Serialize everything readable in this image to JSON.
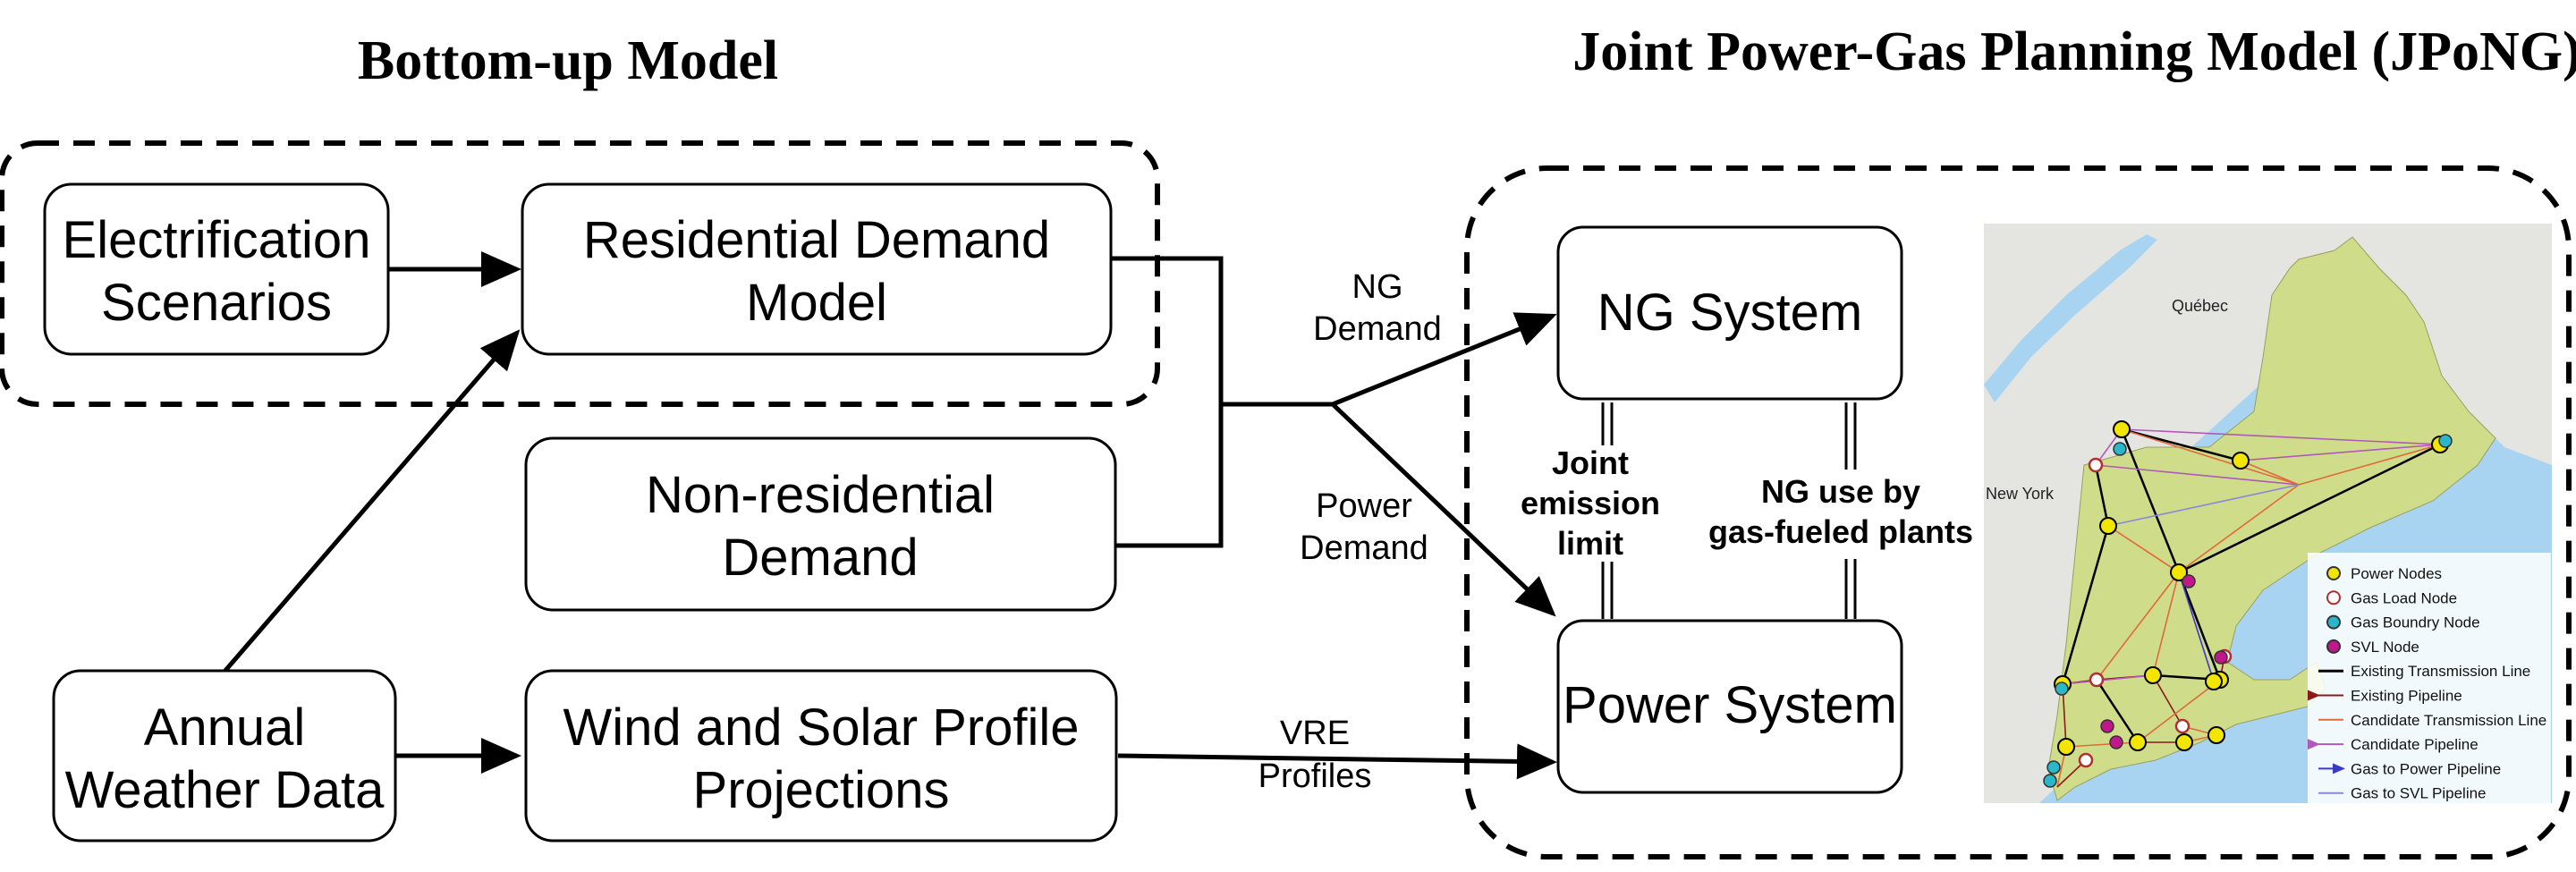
{
  "titles": {
    "left": "Bottom-up Model",
    "right": "Joint Power-Gas Planning Model (JPoNG)"
  },
  "boxes": {
    "electrification": [
      "Electrification",
      "Scenarios"
    ],
    "residential": [
      "Residential Demand",
      "Model"
    ],
    "nonresidential": [
      "Non-residential",
      "Demand"
    ],
    "weather": [
      "Annual",
      "Weather Data"
    ],
    "wind_solar": [
      "Wind and Solar Profile",
      "Projections"
    ],
    "ng_system": "NG System",
    "power_system": "Power System"
  },
  "edge_labels": {
    "ng_demand": [
      "NG",
      "Demand"
    ],
    "power_demand": [
      "Power",
      "Demand"
    ],
    "vre_profiles": [
      "VRE",
      "Profiles"
    ],
    "joint_emission": [
      "Joint",
      "emission",
      "limit"
    ],
    "ng_use": [
      "NG use by",
      "gas-fueled plants"
    ]
  },
  "map": {
    "place_labels": [
      "Québec",
      "New York"
    ],
    "legend": [
      {
        "label": "Power Nodes",
        "symbol": "yellow-circle",
        "color": "#f2e600"
      },
      {
        "label": "Gas Load Node",
        "symbol": "white-circle",
        "color": "#b03030"
      },
      {
        "label": "Gas Boundry Node",
        "symbol": "cyan-circle",
        "color": "#2ab7c9"
      },
      {
        "label": "SVL Node",
        "symbol": "magenta-circle",
        "color": "#c0188c"
      },
      {
        "label": "Existing Transmission Line",
        "symbol": "black-line",
        "color": "#000000"
      },
      {
        "label": "Existing Pipeline",
        "symbol": "red-arrow-line",
        "color": "#8b1a1a"
      },
      {
        "label": "Candidate Transmission Line",
        "symbol": "orange-line",
        "color": "#e06a3a"
      },
      {
        "label": "Candidate Pipeline",
        "symbol": "purple-arrow-line",
        "color": "#b05ab8"
      },
      {
        "label": "Gas to Power Pipeline",
        "symbol": "blue-arrow-line",
        "color": "#3a3ac8"
      },
      {
        "label": "Gas to SVL Pipeline",
        "symbol": "lavender-line",
        "color": "#8888dd"
      }
    ]
  },
  "colors": {
    "land": "#cfdc8a",
    "outside_land": "#e4e4e0",
    "water": "#a8d4f2"
  }
}
